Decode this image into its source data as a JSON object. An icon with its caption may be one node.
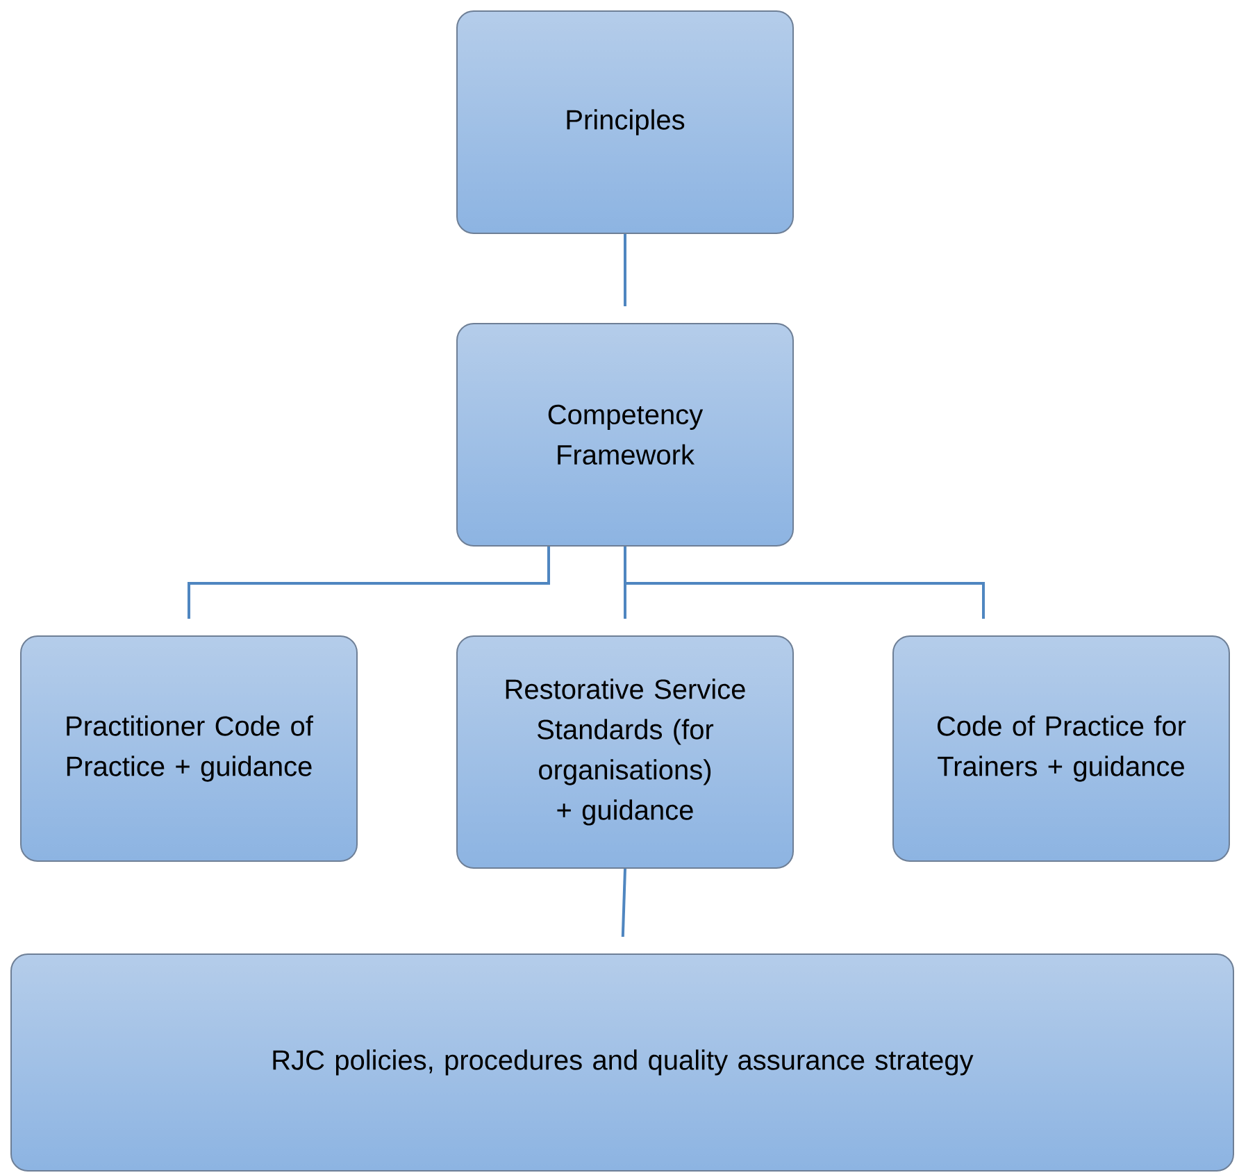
{
  "diagram": {
    "nodes": [
      {
        "text": [
          "Principles"
        ]
      },
      {
        "text": [
          "Competency Framework"
        ]
      },
      {
        "text": [
          "Practitioner Code of Practice + guidance"
        ]
      },
      {
        "text": [
          "Restorative Service Standards (for organisations) + guidance"
        ]
      },
      {
        "text": [
          "Code of Practice for Trainers + guidance"
        ]
      },
      {
        "text": [
          "RJC policies, procedures and quality assurance strategy"
        ]
      }
    ],
    "edges": [
      {
        "from": 0,
        "to": 1,
        "arrow": "none"
      },
      {
        "from": 1,
        "to": 2,
        "arrow": "none"
      },
      {
        "from": 1,
        "to": 3,
        "arrow": "none"
      },
      {
        "from": 1,
        "to": 4,
        "arrow": "none"
      },
      {
        "from": 3,
        "to": 5,
        "arrow": "none"
      }
    ]
  }
}
